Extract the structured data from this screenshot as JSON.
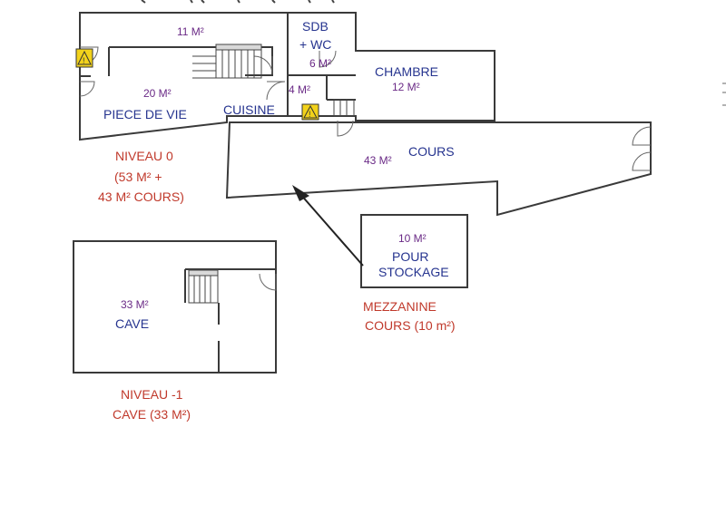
{
  "rooms": {
    "top_area": "11 M²",
    "sdb_name_1": "SDB",
    "sdb_name_2": "+ WC",
    "sdb_area": "6 M²",
    "chambre_name": "CHAMBRE",
    "chambre_area": "12 M²",
    "piece_area": "20 M²",
    "piece_name": "PIECE DE VIE",
    "cuisine_name": "CUISINE",
    "small_area": "4 M²",
    "cours_area": "43 M²",
    "cours_name": "COURS",
    "stockage_area": "10 M²",
    "stockage_name_1": "POUR",
    "stockage_name_2": "STOCKAGE",
    "cave_area": "33 M²",
    "cave_name": "CAVE"
  },
  "levels": {
    "niveau0_line1": "NIVEAU 0",
    "niveau0_line2": "(53 M² +",
    "niveau0_line3": "43 M² COURS)",
    "mezzanine_line1": "MEZZANINE",
    "mezzanine_line2": "COURS (10 m²)",
    "niveau_minus1_line1": "NIVEAU -1",
    "niveau_minus1_line2": "CAVE (33 M²)"
  },
  "icons": {
    "warning": "warning-icon"
  },
  "colors": {
    "walls": "#3a3a3a",
    "room_names": "#26348f",
    "areas": "#6a2a86",
    "level_labels": "#c0392b",
    "warning_fill": "#f2d21b"
  }
}
